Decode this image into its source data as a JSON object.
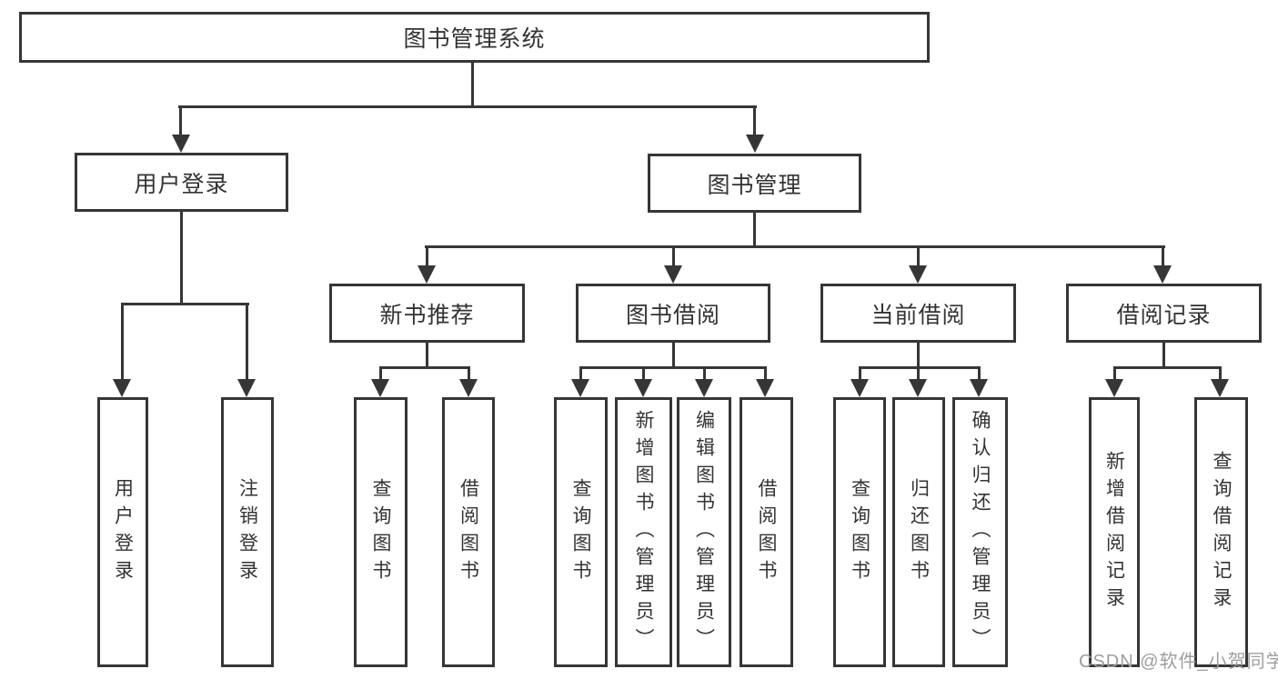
{
  "diagram": {
    "title": "图书管理系统",
    "colors": {
      "line": "#363636",
      "text": "#333333",
      "watermark": "#9e9e9e",
      "background": "#ffffff"
    },
    "tree": {
      "label": "图书管理系统",
      "children": [
        {
          "label": "用户登录",
          "children": [
            {
              "label": "用户登录"
            },
            {
              "label": "注销登录"
            }
          ]
        },
        {
          "label": "图书管理",
          "children": [
            {
              "label": "新书推荐",
              "children": [
                {
                  "label": "查询图书"
                },
                {
                  "label": "借阅图书"
                }
              ]
            },
            {
              "label": "图书借阅",
              "children": [
                {
                  "label": "查询图书"
                },
                {
                  "label": "新增图书（管理员）"
                },
                {
                  "label": "编辑图书（管理员）"
                },
                {
                  "label": "借阅图书"
                }
              ]
            },
            {
              "label": "当前借阅",
              "children": [
                {
                  "label": "查询图书"
                },
                {
                  "label": "归还图书"
                },
                {
                  "label": "确认归还（管理员）"
                }
              ]
            },
            {
              "label": "借阅记录",
              "children": [
                {
                  "label": "新增借阅记录"
                },
                {
                  "label": "查询借阅记录"
                }
              ]
            }
          ]
        }
      ]
    },
    "watermark": "CSDN @软件_小贺同学"
  }
}
